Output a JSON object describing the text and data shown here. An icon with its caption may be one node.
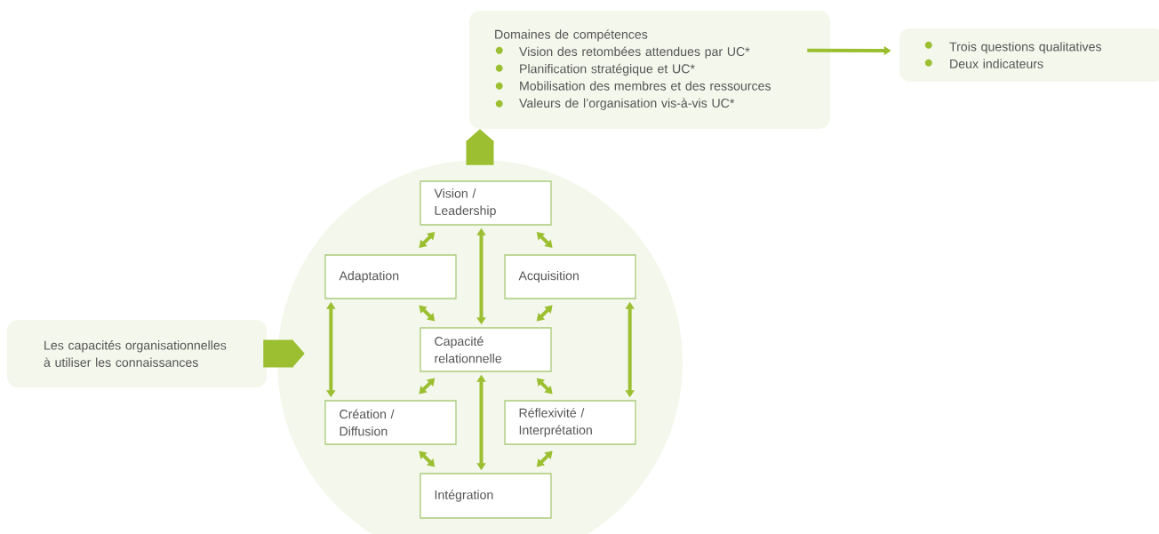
{
  "diagram": {
    "nodes": [
      {
        "text": [
          "Les capacités organisationnelles à utiliser les connaissances"
        ]
      },
      {
        "text": [],
        "shape": "circle"
      },
      {
        "text": [
          "Vision / Leadership"
        ],
        "in": 1
      },
      {
        "text": [
          "Adaptation"
        ],
        "in": 1
      },
      {
        "text": [
          "Acquisition"
        ],
        "in": 1
      },
      {
        "text": [
          "Capacité relationnelle"
        ],
        "in": 1
      },
      {
        "text": [
          "Création / Diffusion"
        ],
        "in": 1
      },
      {
        "text": [
          "Réflexivité / Interprétation"
        ],
        "in": 1
      },
      {
        "text": [
          "Intégration"
        ],
        "in": 1
      },
      {
        "text": [
          "Domaines de compétences",
          "Vision des retombées attendues par UC*",
          "Planification stratégique et UC*",
          "Mobilisation des membres et des ressources",
          "Valeurs de l’organisation vis-à-vis UC*"
        ]
      },
      {
        "text": [
          "Trois questions qualitatives",
          "Deux indicateurs"
        ]
      }
    ],
    "edges": [
      {
        "from": 0,
        "to": 1,
        "arrow": "to",
        "style": "thick"
      },
      {
        "from": 1,
        "to": 9,
        "arrow": "to",
        "style": "thick"
      },
      {
        "from": 9,
        "to": 10,
        "arrow": "to"
      },
      {
        "from": 2,
        "to": 3,
        "arrow": "both"
      },
      {
        "from": 2,
        "to": 5,
        "arrow": "both"
      },
      {
        "from": 2,
        "to": 4,
        "arrow": "both"
      },
      {
        "from": 3,
        "to": 6,
        "arrow": "both"
      },
      {
        "from": 3,
        "to": 5,
        "arrow": "both"
      },
      {
        "from": 4,
        "to": 5,
        "arrow": "both"
      },
      {
        "from": 4,
        "to": 7,
        "arrow": "both"
      },
      {
        "from": 5,
        "to": 6,
        "arrow": "both"
      },
      {
        "from": 5,
        "to": 8,
        "arrow": "both"
      },
      {
        "from": 5,
        "to": 7,
        "arrow": "both"
      },
      {
        "from": 6,
        "to": 8,
        "arrow": "both"
      },
      {
        "from": 7,
        "to": 8,
        "arrow": "both"
      }
    ]
  }
}
